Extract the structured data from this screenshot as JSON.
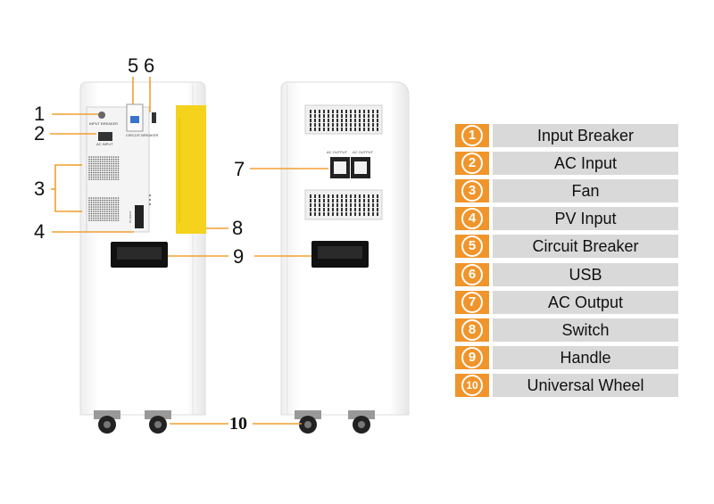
{
  "callouts": {
    "c1": "1",
    "c2": "2",
    "c3": "3",
    "c4": "4",
    "c5": "5",
    "c6": "6",
    "c7": "7",
    "c8": "8",
    "c9": "9",
    "c10": "10"
  },
  "panel_text": {
    "input_breaker": "INPUT BREAKER",
    "ac_input": "AC INPUT",
    "circuit_breaker": "CIRCUIT BREAKER",
    "pv_input": "PV INPUT",
    "ac_output_left": "AC OUTPUT",
    "ac_output_right": "AC OUTPUT"
  },
  "legend": [
    {
      "number": "1",
      "label": "Input Breaker"
    },
    {
      "number": "2",
      "label": "AC Input"
    },
    {
      "number": "3",
      "label": "Fan"
    },
    {
      "number": "4",
      "label": "PV Input"
    },
    {
      "number": "5",
      "label": "Circuit Breaker"
    },
    {
      "number": "6",
      "label": "USB"
    },
    {
      "number": "7",
      "label": "AC Output"
    },
    {
      "number": "8",
      "label": "Switch"
    },
    {
      "number": "9",
      "label": "Handle"
    },
    {
      "number": "10",
      "label": "Universal Wheel"
    }
  ],
  "colors": {
    "legend_number_bg": "#f0952b",
    "legend_label_bg": "#d9d9d9",
    "switch_panel": "#f5d21c",
    "leader_line": "#f0a030"
  }
}
